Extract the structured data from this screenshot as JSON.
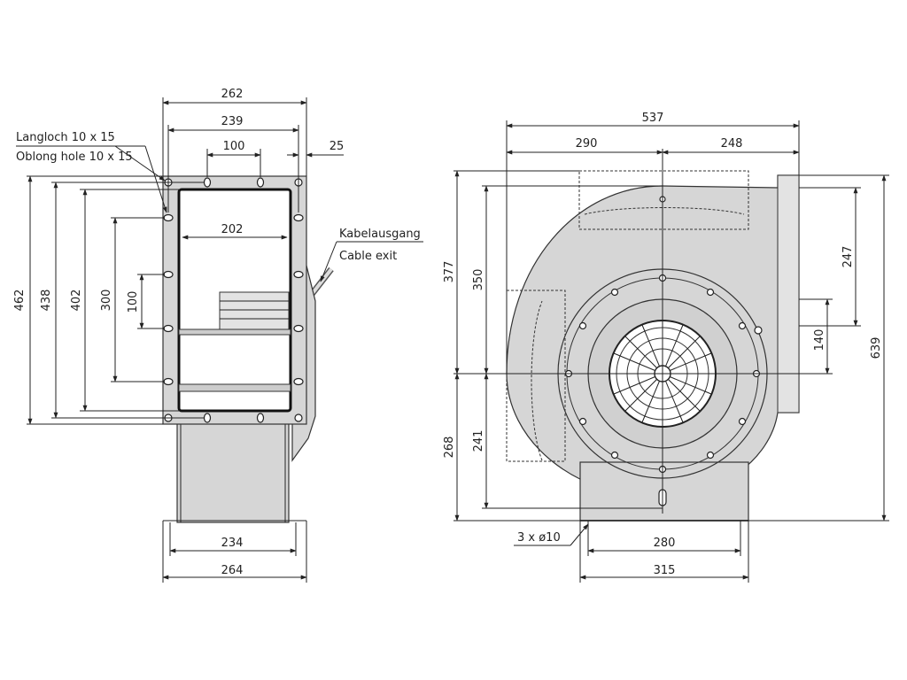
{
  "labels": {
    "slot_de": "Langloch 10 x 15",
    "slot_en": "Oblong hole 10 x 15",
    "cable_de": "Kabelausgang",
    "cable_en": "Cable exit",
    "feet_holes": "3 x ø10"
  },
  "side_view": {
    "w262": "262",
    "w239": "239",
    "w100": "100",
    "w25": "25",
    "w202": "202",
    "w234": "234",
    "w264": "264",
    "h462": "462",
    "h438": "438",
    "h402": "402",
    "h300": "300",
    "h100": "100"
  },
  "front_view": {
    "w537": "537",
    "w290": "290",
    "w248": "248",
    "w280": "280",
    "w315": "315",
    "h377": "377",
    "h350": "350",
    "h268": "268",
    "h241": "241",
    "h639": "639",
    "h247": "247",
    "h140": "140"
  },
  "colors": {
    "housing": "#d6d6d6",
    "lines": "#222222"
  }
}
